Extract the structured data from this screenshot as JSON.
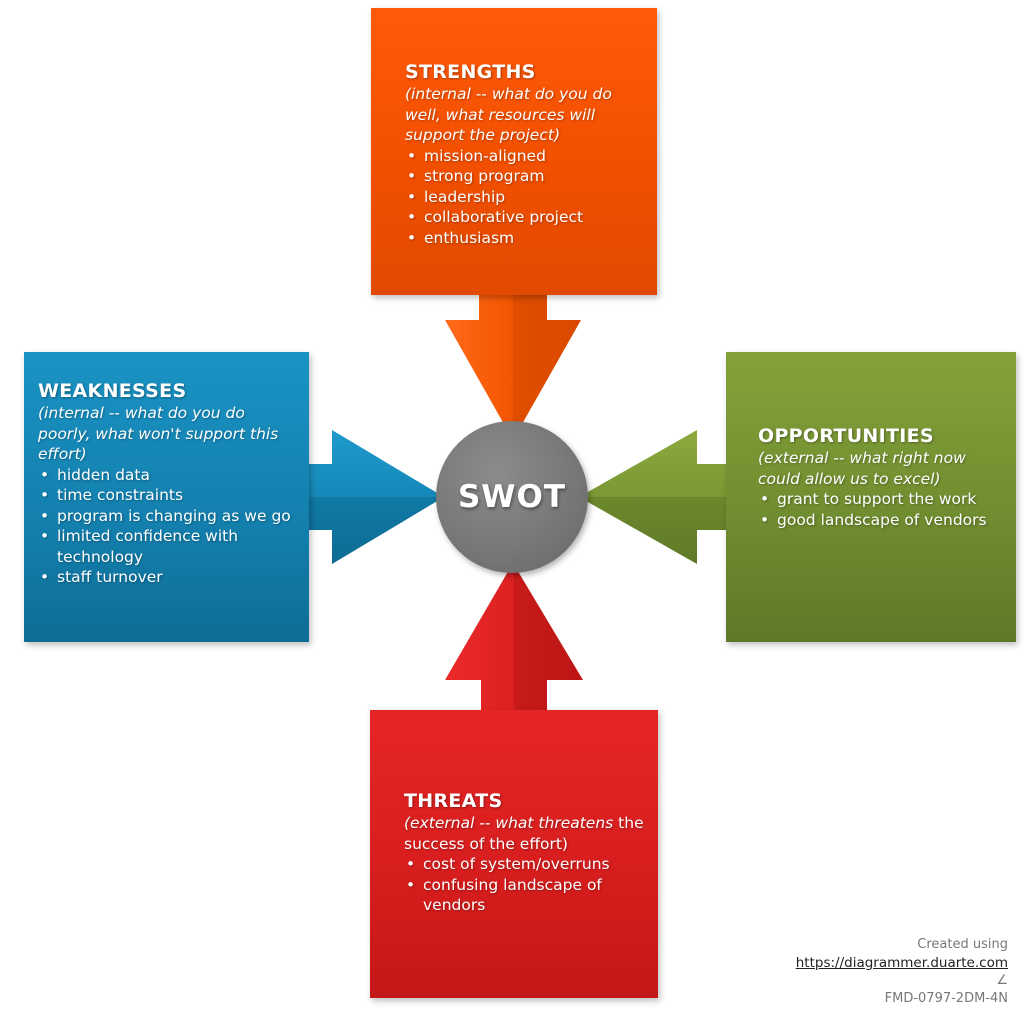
{
  "center": {
    "label": "SWOT",
    "color": "#777777"
  },
  "strengths": {
    "title": "STRENGTHS",
    "subtitle": "(internal -- what do you do well, what resources will support the project)",
    "items": [
      "mission-aligned",
      "strong program",
      "leadership",
      "collaborative project",
      "enthusiasm"
    ],
    "color": "#f55200"
  },
  "weaknesses": {
    "title": "WEAKNESSES",
    "subtitle": "(internal -- what do you do poorly, what won't support this effort)",
    "items": [
      "hidden data",
      "time constraints",
      "program is changing as we go",
      "limited confidence with technology",
      "staff turnover"
    ],
    "color": "#1382b1"
  },
  "opportunities": {
    "title": "OPPORTUNITIES",
    "subtitle": "(external -- what right now could allow us to excel)",
    "items": [
      "grant to support the work",
      "good landscape of vendors"
    ],
    "color": "#759233"
  },
  "threats": {
    "title": "THREATS",
    "subtitle_italic": "(external -- what threatens",
    "subtitle_rest": " the success of the effort)",
    "items": [
      "cost of system/overruns",
      "confusing landscape of vendors"
    ],
    "color": "#d61f1f"
  },
  "credit": {
    "created_using": "Created using",
    "url": "https://diagrammer.duarte.com",
    "mark": "∠",
    "code": "FMD-0797-2DM-4N"
  }
}
